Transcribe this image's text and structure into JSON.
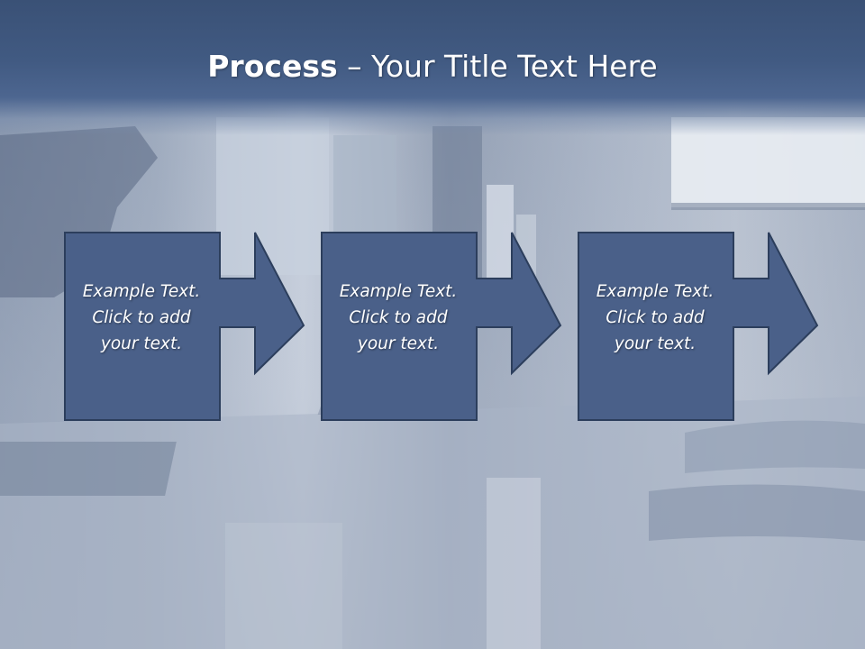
{
  "slide": {
    "title_bold": "Process",
    "title_rest": " – Your Title Text Here",
    "steps": [
      {
        "line1": "Example Text.",
        "line2": "Click  to add",
        "line3": "your text."
      },
      {
        "line1": "Example Text.",
        "line2": "Click  to add",
        "line3": "your text."
      },
      {
        "line1": "Example Text.",
        "line2": "Click  to add",
        "line3": "your text."
      }
    ]
  },
  "colors": {
    "title_bar": "#415a82",
    "box_fill": "#4a6089",
    "box_border": "#2c3e5c",
    "text": "#ffffff"
  }
}
